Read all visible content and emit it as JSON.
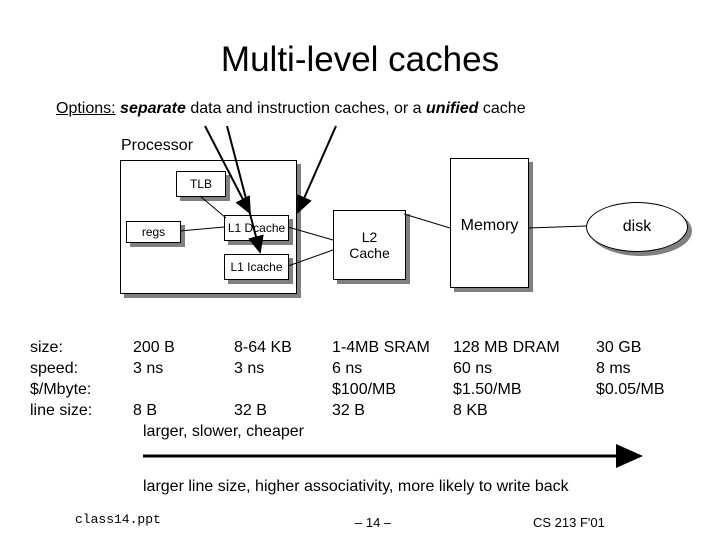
{
  "title": "Multi-level caches",
  "options": {
    "prefix": "Options:",
    "separate": "separate",
    "mid": " data and instruction caches, or a ",
    "unified": "unified",
    "suffix": " cache"
  },
  "processor_label": "Processor",
  "boxes": {
    "tlb": "TLB",
    "regs": "regs",
    "l1d": "L1 Dcache",
    "l1i": "L1 Icache",
    "l2_line1": "L2",
    "l2_line2": "Cache",
    "memory": "Memory",
    "disk": "disk"
  },
  "row_labels": [
    "size:",
    "speed:",
    "$/Mbyte:",
    "line size:"
  ],
  "columns": {
    "regs": [
      "200 B",
      "3 ns",
      "",
      "8 B"
    ],
    "l1": [
      "8-64 KB",
      "3  ns",
      "",
      "32 B"
    ],
    "l2": [
      "1-4MB SRAM",
      "6 ns",
      "$100/MB",
      "32 B"
    ],
    "memory": [
      "128 MB DRAM",
      "60 ns",
      "$1.50/MB",
      "8  KB"
    ],
    "disk": [
      "30 GB",
      "8 ms",
      "$0.05/MB",
      ""
    ]
  },
  "tradeoff": "larger, slower, cheaper",
  "bottom_text": "larger line size, higher associativity, more likely to write back",
  "footer": {
    "left": "class14.ppt",
    "mid": "– 14 –",
    "right": "CS 213 F'01"
  }
}
